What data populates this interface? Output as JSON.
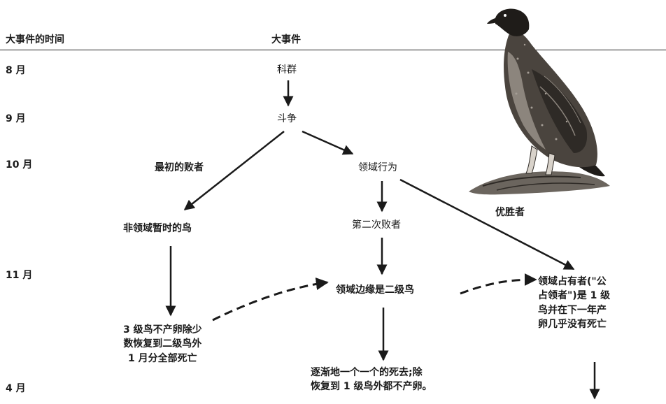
{
  "header": {
    "time_col": "大事件的时间",
    "event_col": "大事件"
  },
  "months": [
    "8 月",
    "9 月",
    "10 月",
    "11 月",
    "4 月"
  ],
  "nodes": {
    "flock": "科群",
    "fight": "斗争",
    "first_losers": "最初的败者",
    "territorial": "领域行为",
    "non_territorial": "非领域暂时的鸟",
    "second_losers": "第二次败者",
    "edge_birds": "领域边缘是二级鸟",
    "holders": "领域占有者(\"公\n占领者\")是 1 级\n鸟并在下一年产\n卵几乎没有死亡",
    "class3": "3 级鸟不产卵除少\n数恢复到二级鸟外\n1 月分全部死亡",
    "gradual_death": "逐渐地一个一个的死去;除\n恢复到 1 级鸟外都不产卵。",
    "winner": "优胜者"
  },
  "colors": {
    "ink": "#1a1a1a",
    "bird_dark": "#2e2a26",
    "bird_mid": "#5a534c",
    "bird_light": "#8c857d"
  }
}
